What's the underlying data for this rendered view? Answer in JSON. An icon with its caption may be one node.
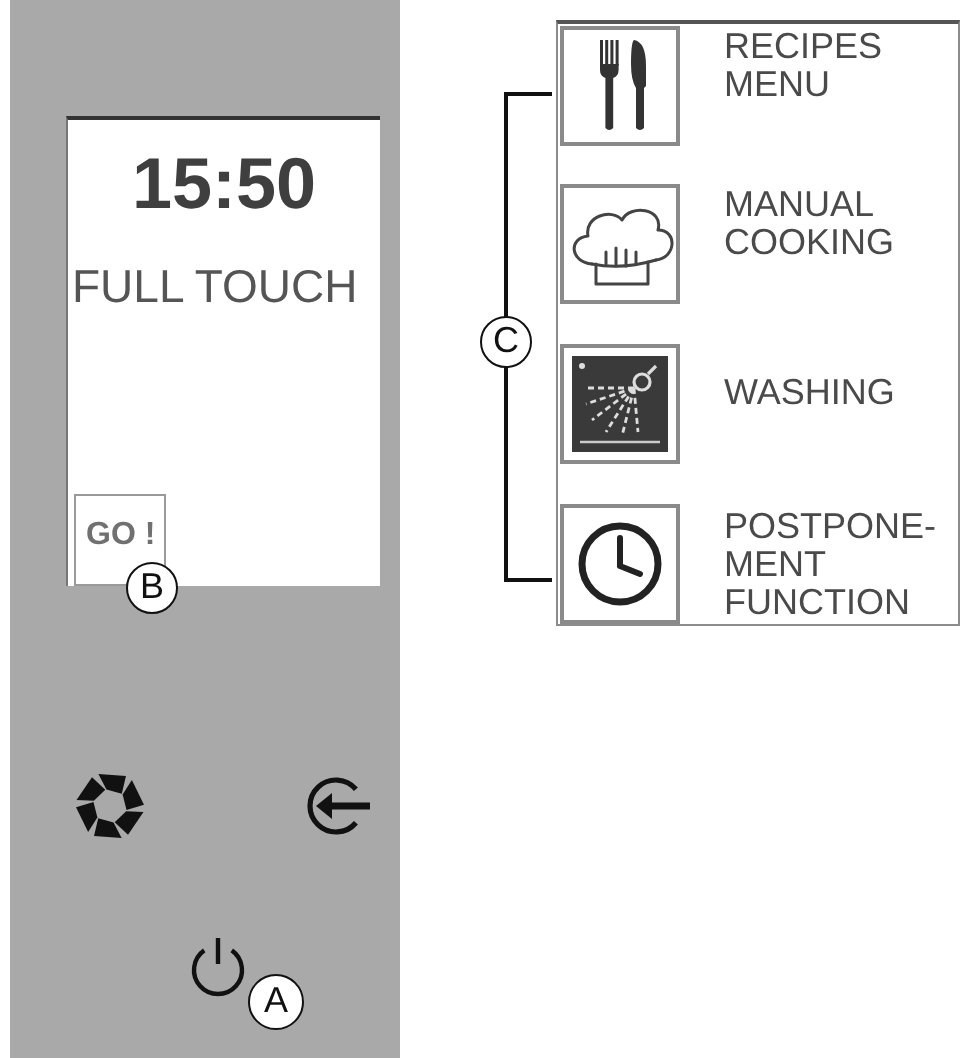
{
  "diagram": {
    "nodes": [
      {
        "text": [
          "15:50",
          "FULL TOUCH"
        ]
      },
      {
        "text": [
          "GO !"
        ],
        "in": 0
      },
      {
        "text": [
          "RECIPES MENU",
          "MANUAL COOKING",
          "WASHING",
          "POSTPONE- MENT FUNCTION"
        ]
      }
    ],
    "labels": [
      "B",
      "A",
      "C"
    ]
  }
}
